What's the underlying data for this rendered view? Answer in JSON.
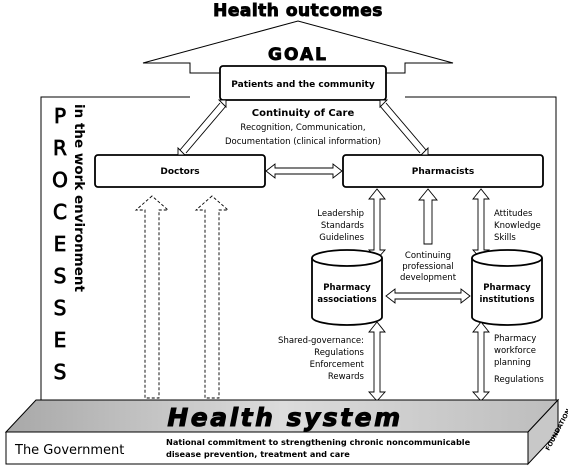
{
  "top_title": "Health outcomes",
  "goal_label": "GOAL",
  "patients_box": "Patients and the community",
  "continuity": {
    "title": "Continuity of Care",
    "line1": "Recognition, Communication,",
    "line2": "Documentation (clinical information)"
  },
  "doctors_box": "Doctors",
  "pharmacists_box": "Pharmacists",
  "processes_letters": [
    "P",
    "R",
    "O",
    "C",
    "E",
    "S",
    "S",
    "E",
    "S"
  ],
  "work_env_text": "in the work environment",
  "left_pharmacist_list": [
    "Leadership",
    "Standards",
    "Guidelines"
  ],
  "right_pharmacist_list": [
    "Attitudes",
    "Knowledge",
    "Skills"
  ],
  "continuing_dev": [
    "Continuing",
    "professional",
    "development"
  ],
  "assoc_cylinder": [
    "Pharmacy",
    "associations"
  ],
  "inst_cylinder": [
    "Pharmacy",
    "institutions"
  ],
  "assoc_bottom_list": [
    "Shared-governance:",
    "Regulations",
    "Enforcement",
    "Rewards"
  ],
  "inst_bottom_list": [
    "Pharmacy",
    "workforce",
    "planning"
  ],
  "inst_regulations": "Regulations",
  "health_system": "Health system",
  "foundation": "FOUNDATION",
  "government": "The Government",
  "commitment_line1": "National commitment to strengthening chronic noncommunicable",
  "commitment_line2": "disease prevention, treatment and care"
}
